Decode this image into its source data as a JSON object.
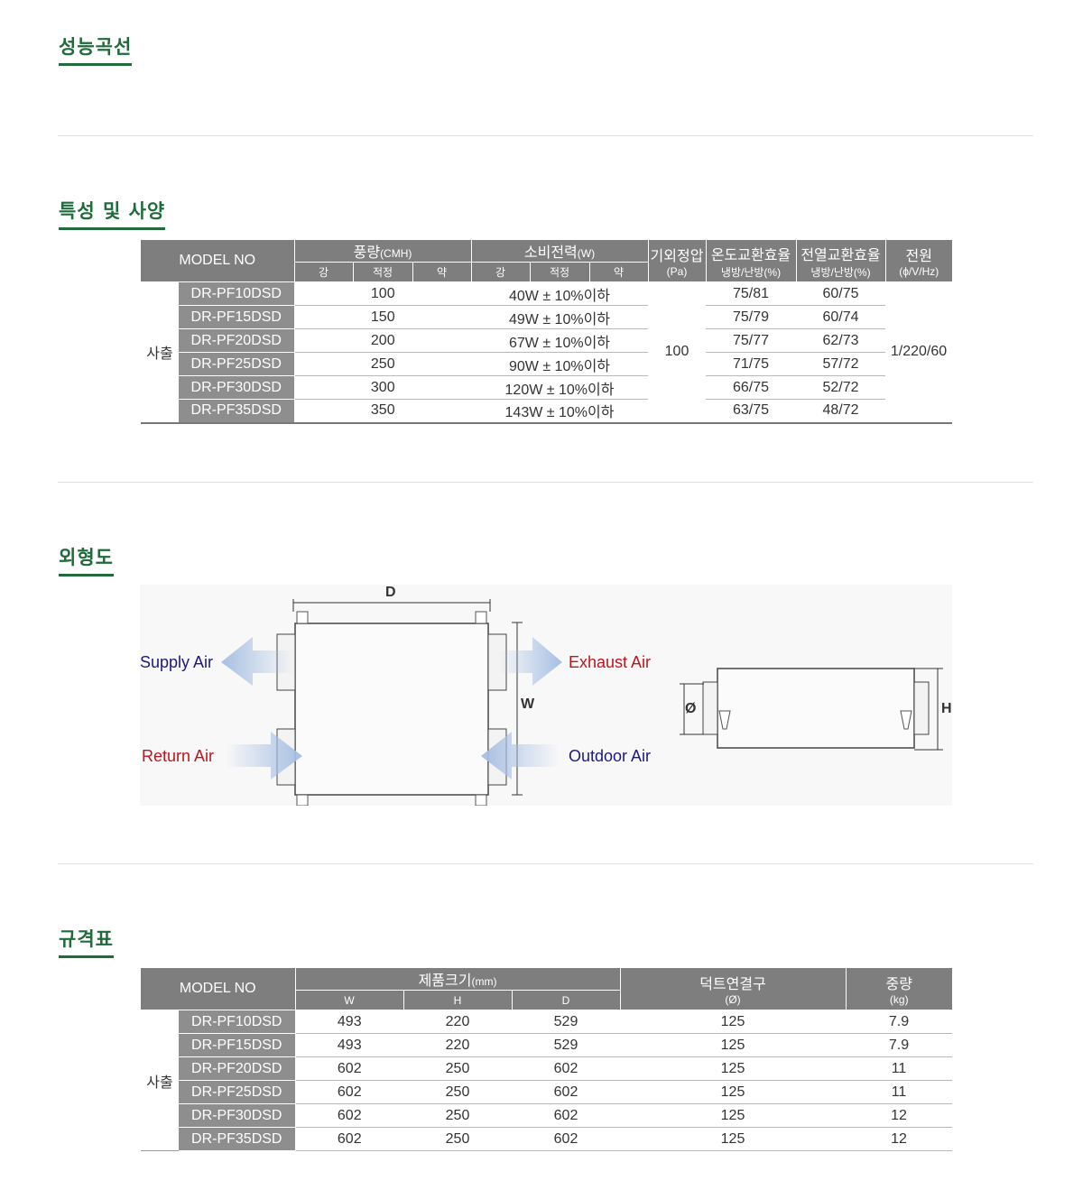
{
  "sections": {
    "performance": "성능곡선",
    "features": "특성 및 사양",
    "exterior": "외형도",
    "dimensions": "규격표"
  },
  "spec_table": {
    "headers": {
      "model": "MODEL NO",
      "airflow": "풍량",
      "airflow_unit": "(CMH)",
      "power": "소비전력",
      "power_unit": "(W)",
      "sub_strong": "강",
      "sub_mid": "적정",
      "sub_weak": "약",
      "static": "기외정압",
      "static_unit": "(Pa)",
      "temp_eff": "온도교환효율",
      "temp_eff_unit": "냉방/난방(%)",
      "enth_eff": "전열교환효율",
      "enth_eff_unit": "냉방/난방(%)",
      "power_src": "전원",
      "power_src_unit": "(ϕ/V/Hz)"
    },
    "category": "사출",
    "static_value": "100",
    "power_value": "1/220/60",
    "rows": [
      {
        "model": "DR-PF10DSD",
        "airflow": "100",
        "power": "40W ± 10%이하",
        "temp": "75/81",
        "enth": "60/75"
      },
      {
        "model": "DR-PF15DSD",
        "airflow": "150",
        "power": "49W ± 10%이하",
        "temp": "75/79",
        "enth": "60/74"
      },
      {
        "model": "DR-PF20DSD",
        "airflow": "200",
        "power": "67W ± 10%이하",
        "temp": "75/77",
        "enth": "62/73"
      },
      {
        "model": "DR-PF25DSD",
        "airflow": "250",
        "power": "90W ± 10%이하",
        "temp": "71/75",
        "enth": "57/72"
      },
      {
        "model": "DR-PF30DSD",
        "airflow": "300",
        "power": "120W ± 10%이하",
        "temp": "66/75",
        "enth": "52/72"
      },
      {
        "model": "DR-PF35DSD",
        "airflow": "350",
        "power": "143W ± 10%이하",
        "temp": "63/75",
        "enth": "48/72"
      }
    ]
  },
  "diagram": {
    "supply": "Supply Air",
    "exhaust": "Exhaust Air",
    "return": "Return Air",
    "outdoor": "Outdoor Air",
    "dim_d": "D",
    "dim_w": "W",
    "dim_h": "H",
    "dim_phi": "Ø",
    "colors": {
      "supply": "#1a1a80",
      "outdoor": "#1a1a80",
      "exhaust": "#c0141c",
      "return": "#c0141c",
      "arrow": "#a7bfe3"
    }
  },
  "dim_table": {
    "headers": {
      "model": "MODEL NO",
      "size": "제품크기",
      "size_unit": "(mm)",
      "w": "W",
      "h": "H",
      "d": "D",
      "duct": "덕트연결구",
      "duct_unit": "(Ø)",
      "weight": "중량",
      "weight_unit": "(kg)"
    },
    "category": "사출",
    "rows": [
      {
        "model": "DR-PF10DSD",
        "w": "493",
        "h": "220",
        "d": "529",
        "duct": "125",
        "weight": "7.9"
      },
      {
        "model": "DR-PF15DSD",
        "w": "493",
        "h": "220",
        "d": "529",
        "duct": "125",
        "weight": "7.9"
      },
      {
        "model": "DR-PF20DSD",
        "w": "602",
        "h": "250",
        "d": "602",
        "duct": "125",
        "weight": "11"
      },
      {
        "model": "DR-PF25DSD",
        "w": "602",
        "h": "250",
        "d": "602",
        "duct": "125",
        "weight": "11"
      },
      {
        "model": "DR-PF30DSD",
        "w": "602",
        "h": "250",
        "d": "602",
        "duct": "125",
        "weight": "12"
      },
      {
        "model": "DR-PF35DSD",
        "w": "602",
        "h": "250",
        "d": "602",
        "duct": "125",
        "weight": "12"
      }
    ]
  },
  "colors": {
    "accent": "#1f6b3a",
    "header_gray": "#7e7e7e"
  }
}
